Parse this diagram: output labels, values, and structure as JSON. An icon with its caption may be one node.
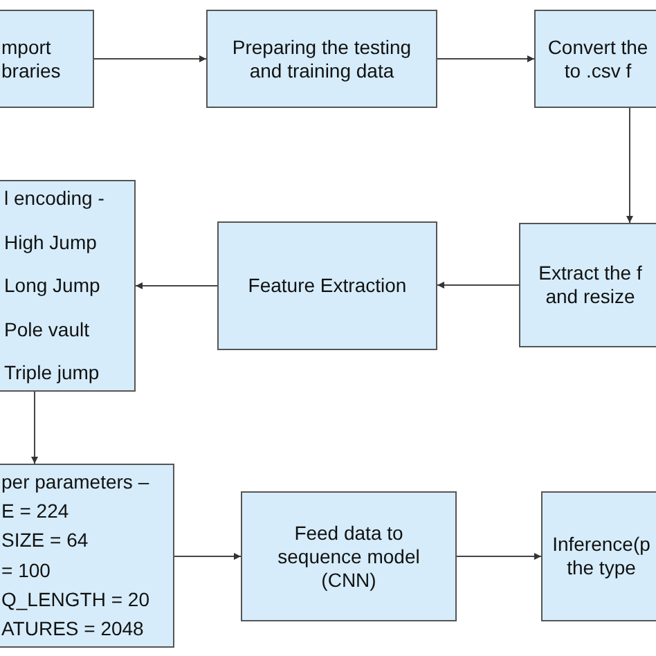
{
  "diagram": {
    "nodes": [
      {
        "text": [
          "mport braries"
        ]
      },
      {
        "text": [
          "Preparing the testing and training data"
        ]
      },
      {
        "text": [
          "Convert the to .csv f"
        ]
      },
      {
        "text": [
          "l encoding -",
          "High Jump",
          "Long Jump",
          "Pole vault",
          "Triple jump"
        ]
      },
      {
        "text": [
          "Feature Extraction"
        ]
      },
      {
        "text": [
          "Extract the f and resize"
        ]
      },
      {
        "text": [
          "per parameters –",
          "E = 224",
          "SIZE = 64",
          "= 100",
          "Q_LENGTH = 20",
          "ATURES = 2048"
        ]
      },
      {
        "text": [
          "Feed data to sequence model (CNN)"
        ]
      },
      {
        "text": [
          "Inference(p the type"
        ]
      }
    ],
    "edges": [
      {
        "from": 0,
        "to": 1,
        "arrow": "to"
      },
      {
        "from": 1,
        "to": 2,
        "arrow": "to"
      },
      {
        "from": 2,
        "to": 5,
        "arrow": "to"
      },
      {
        "from": 5,
        "to": 4,
        "arrow": "to"
      },
      {
        "from": 4,
        "to": 3,
        "arrow": "to"
      },
      {
        "from": 3,
        "to": 6,
        "arrow": "to"
      },
      {
        "from": 6,
        "to": 7,
        "arrow": "to"
      },
      {
        "from": 7,
        "to": 8,
        "arrow": "to"
      }
    ]
  }
}
